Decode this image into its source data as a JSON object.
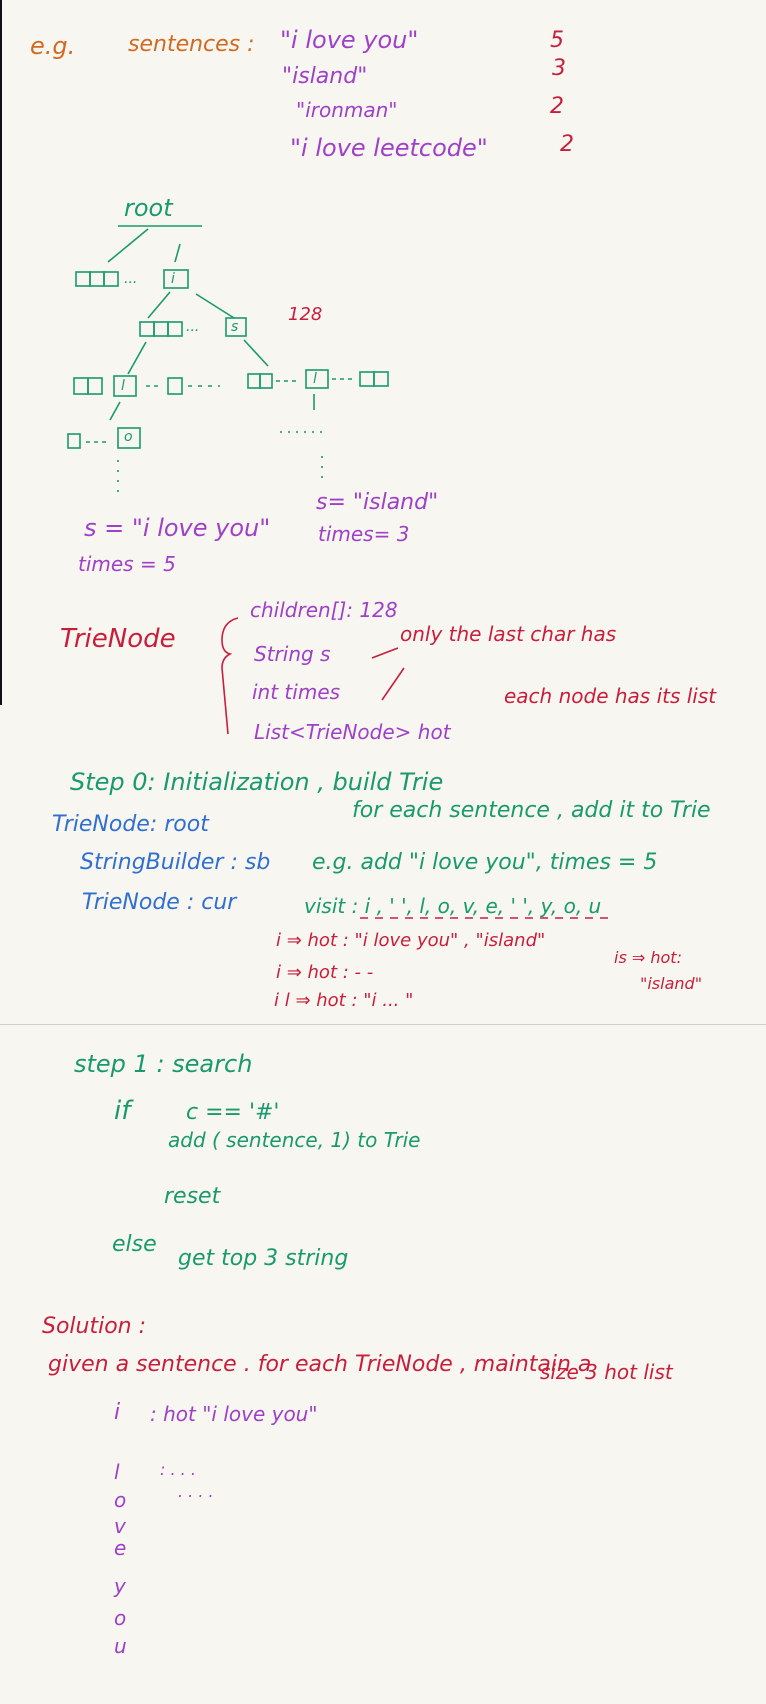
{
  "example": {
    "label": "e.g.",
    "sentences_label": "sentences :",
    "sentences": [
      {
        "text": "\"i love you\"",
        "times": "5"
      },
      {
        "text": "\"island\"",
        "times": "3"
      },
      {
        "text": "\"ironman\"",
        "times": "2"
      },
      {
        "text": "\"i love leetcode\"",
        "times": "2"
      }
    ]
  },
  "tree": {
    "root": "root",
    "node_i": "i",
    "node_s": "s",
    "node_l": "l",
    "node_l2": "l",
    "node_o": "o",
    "dots_a": "...",
    "dots_b": "...",
    "size": "128",
    "s_love": "s = \"i love you\"",
    "times_love": "times = 5",
    "s_island": "s= \"island\"",
    "times_island": "times= 3"
  },
  "trienode": {
    "title": "TrieNode",
    "fields": [
      "children[]:   128",
      "String   s",
      "int   times",
      "List<TrieNode>  hot"
    ],
    "note_last_char": "only the last char has",
    "note_list": "each node has its list"
  },
  "step0": {
    "title": "Step 0:  Initialization , build Trie",
    "vars": [
      "TrieNode: root",
      "StringBuilder : sb",
      "TrieNode :  cur"
    ],
    "for_each": "for each sentence , add it to Trie",
    "eg_add": "e.g.  add \"i love  you\", times = 5",
    "visit": "visit : i , ' ', l, o, v, e, ' ', y, o, u",
    "hot_lines": [
      "i  ⇒  hot : \"i love you\" , \"island\"",
      "i   ⇒ hot :  - -",
      "i  l ⇒  hot :  \"i ... \""
    ],
    "is_hot": "is ⇒ hot:",
    "is_hot_val": "\"island\""
  },
  "step1": {
    "title": "step 1 :   search",
    "if": "if",
    "cond": "c == '#'",
    "add": "add ( sentence, 1)  to  Trie",
    "reset": "reset",
    "else": "else",
    "get": "get  top 3  string"
  },
  "solution": {
    "title": "Solution :",
    "line1": "given a   sentence . for each TrieNode , maintain a",
    "line2": "size  3   hot list",
    "first_char": "i",
    "hot": ": hot   \"i love you\"",
    "chars": [
      "l",
      "o",
      "v",
      "e",
      "y",
      "o",
      "u"
    ],
    "dots1": ": . . .",
    "dots2": ". .   . ."
  },
  "colors": {
    "orange": "#d2691e",
    "purple": "#9f40c8",
    "red": "#c81e3c",
    "green": "#189a6e",
    "blue": "#2f6fd0"
  }
}
